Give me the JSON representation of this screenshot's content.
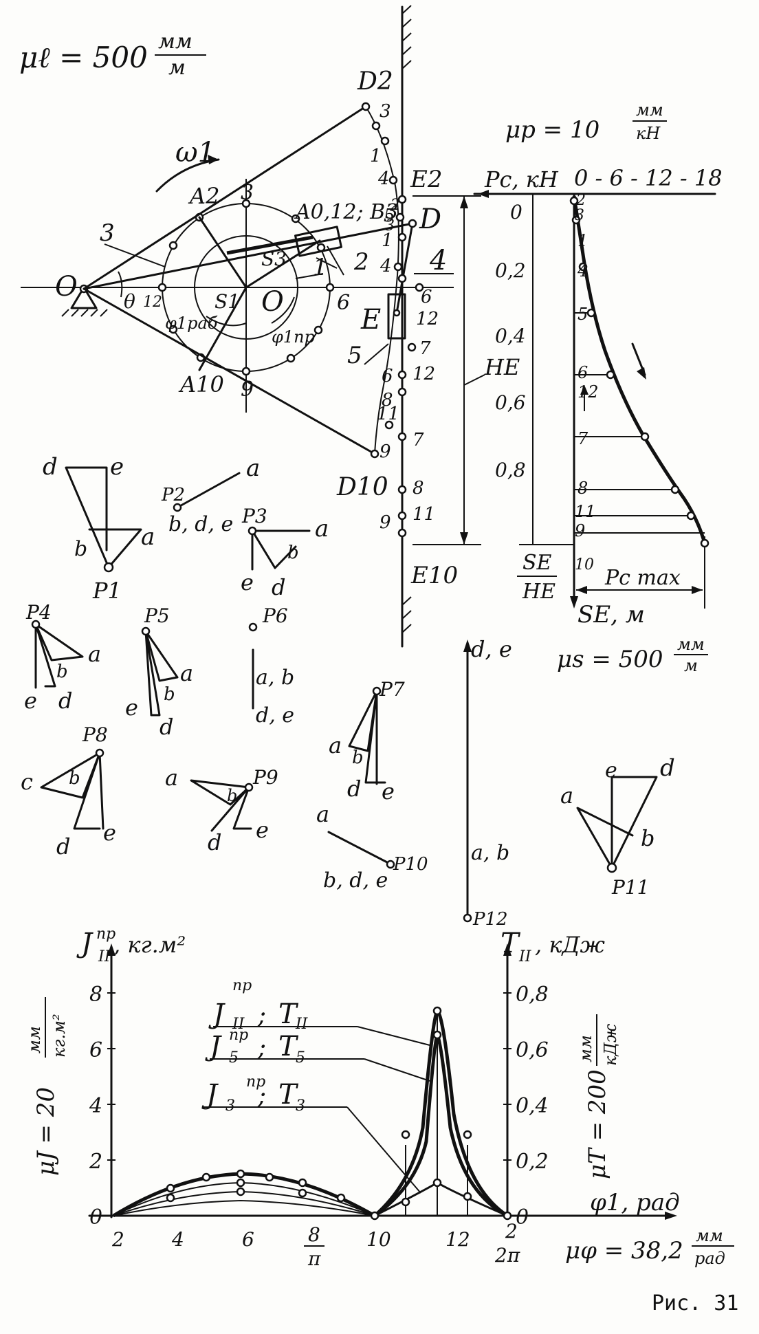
{
  "scales": {
    "mu_l": "μℓ = 500",
    "mu_l_unit_num": "мм",
    "mu_l_unit_den": "м",
    "mu_p": "μp = 10",
    "mu_p_unit_num": "мм",
    "mu_p_unit_den": "кН",
    "mu_s": "μs = 500",
    "mu_s_unit_num": "мм",
    "mu_s_unit_den": "м",
    "mu_j": "μJ = 20",
    "mu_j_unit_num": "мм",
    "mu_j_unit_den": "кг.м²",
    "mu_t": "μT = 200",
    "mu_t_unit_num": "мм",
    "mu_t_unit_den": "кДж",
    "mu_phi": "μφ = 38,2",
    "mu_phi_unit_num": "мм",
    "mu_phi_unit_den": "рад"
  },
  "mechanism": {
    "labels": {
      "O": "O",
      "O1": "O",
      "S1": "S1",
      "A2": "A2",
      "A10": "A10",
      "A_0_12_B3": "A0,12; B3",
      "D": "D",
      "D2": "D2",
      "D10": "D10",
      "E": "E",
      "E2": "E2",
      "E10": "E10",
      "S3": "S3",
      "omega1": "ω1",
      "theta": "θ",
      "phi_work": "φ1раб",
      "phi_idle": "φ1пр",
      "link1": "1",
      "link2": "2",
      "link3": "3",
      "link4": "4",
      "link5": "5",
      "H_E": "HE"
    },
    "crank_positions": [
      "3",
      "6",
      "9",
      "12"
    ],
    "d_path_points": [
      "3",
      "1",
      "4",
      "5",
      "1",
      "4",
      "6",
      "6",
      "11",
      "9"
    ],
    "e_path_points": [
      "2",
      "3",
      "12",
      "7",
      "12",
      "8",
      "7",
      "8",
      "11",
      "9"
    ]
  },
  "force_diagram": {
    "axis_label": "Pc, кН",
    "header": "0 - 6 - 12 - 18",
    "ticks": [
      "0",
      "0,2",
      "0,4",
      "0,6",
      "0,8"
    ],
    "curve_points": [
      "2",
      "3",
      "1",
      "4",
      "5",
      "6",
      "12",
      "7",
      "8",
      "11",
      "9",
      "10"
    ],
    "pc_max": "Pc max",
    "se_he": "SE",
    "se_he_den": "HE",
    "se_axis": "SE, м"
  },
  "velocity_plans": [
    {
      "pole": "P1",
      "points": [
        "d",
        "e",
        "a",
        "b"
      ]
    },
    {
      "pole": "P2",
      "points": [
        "a",
        "b, d, e"
      ]
    },
    {
      "pole": "P3",
      "points": [
        "a",
        "b",
        "e",
        "d"
      ]
    },
    {
      "pole": "P4",
      "points": [
        "a",
        "b",
        "e",
        "d"
      ]
    },
    {
      "pole": "P5",
      "points": [
        "a",
        "b",
        "e",
        "d"
      ]
    },
    {
      "pole": "P6",
      "points": [
        "a, b",
        "d, e"
      ]
    },
    {
      "pole": "P7",
      "points": [
        "a",
        "b",
        "d",
        "e"
      ]
    },
    {
      "pole": "P8",
      "points": [
        "c",
        "b",
        "d",
        "e"
      ]
    },
    {
      "pole": "P9",
      "points": [
        "a",
        "b",
        "d",
        "e"
      ]
    },
    {
      "pole": "P10",
      "points": [
        "a",
        "b, d, e"
      ]
    },
    {
      "pole": "P11",
      "points": [
        "a",
        "e",
        "d",
        "b"
      ]
    },
    {
      "pole": "P12",
      "points": [
        "d, e",
        "a, b"
      ]
    }
  ],
  "inertia_energy_chart": {
    "left_axis": "J",
    "left_axis_sup": "пр",
    "left_axis_sub": "II",
    "left_axis_unit": ", кг.м²",
    "right_axis": "T",
    "right_axis_sub": "II",
    "right_axis_unit": ", кДж",
    "x_axis": "φ1, рад",
    "left_ticks": [
      "0",
      "2",
      "4",
      "6",
      "8"
    ],
    "right_ticks": [
      "0",
      "0,2",
      "0,4",
      "0,6",
      "0,8"
    ],
    "x_ticks": [
      "2",
      "4",
      "6",
      "8",
      "10",
      "12",
      "2"
    ],
    "x_sub_labels": [
      "π",
      "2π"
    ],
    "legend": [
      {
        "j": "J",
        "j_sup": "пр",
        "j_sub": "II",
        "t": "T",
        "t_sub": "II"
      },
      {
        "j": "J",
        "j_sup": "пр",
        "j_sub": "5",
        "t": "T",
        "t_sub": "5"
      },
      {
        "j": "J",
        "j_sup": "пр",
        "j_sub": "3",
        "t": "T",
        "t_sub": "3"
      }
    ]
  },
  "caption": "Рис. 31"
}
